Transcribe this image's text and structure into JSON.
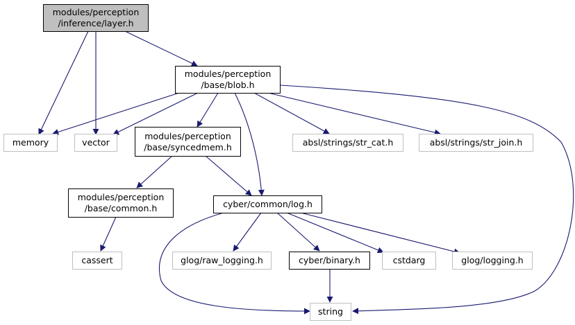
{
  "graph": {
    "colors": {
      "edge": "#191970",
      "node_border": "#000000",
      "external_border": "#bfbfbf",
      "current_fill": "#bfbfbf"
    },
    "nodes": {
      "layer": {
        "lines": [
          "modules/perception",
          "/inference/layer.h"
        ]
      },
      "blob": {
        "lines": [
          "modules/perception",
          "/base/blob.h"
        ]
      },
      "memory": {
        "lines": [
          "memory"
        ]
      },
      "vector": {
        "lines": [
          "vector"
        ]
      },
      "syncedmem": {
        "lines": [
          "modules/perception",
          "/base/syncedmem.h"
        ]
      },
      "str_cat": {
        "lines": [
          "absl/strings/str_cat.h"
        ]
      },
      "str_join": {
        "lines": [
          "absl/strings/str_join.h"
        ]
      },
      "common": {
        "lines": [
          "modules/perception",
          "/base/common.h"
        ]
      },
      "log": {
        "lines": [
          "cyber/common/log.h"
        ]
      },
      "cassert": {
        "lines": [
          "cassert"
        ]
      },
      "raw_logging": {
        "lines": [
          "glog/raw_logging.h"
        ]
      },
      "binary": {
        "lines": [
          "cyber/binary.h"
        ]
      },
      "cstdarg": {
        "lines": [
          "cstdarg"
        ]
      },
      "logging": {
        "lines": [
          "glog/logging.h"
        ]
      },
      "string": {
        "lines": [
          "string"
        ]
      }
    }
  }
}
